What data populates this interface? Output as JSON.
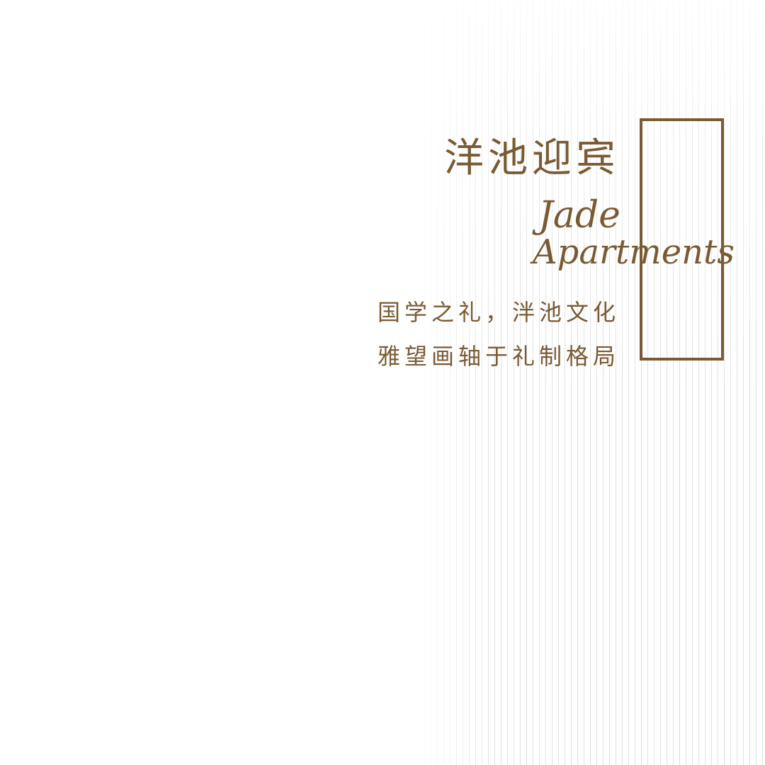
{
  "title": "洋池迎宾",
  "script_text": {
    "line1": "Jade",
    "line2": "Apartments"
  },
  "subtitle": {
    "line1": "国学之礼，泮池文化",
    "line2": "雅望画轴于礼制格局"
  },
  "colors": {
    "accent": "#7a5a33",
    "background": "#ffffff",
    "stripe": "#c8c8c8"
  }
}
